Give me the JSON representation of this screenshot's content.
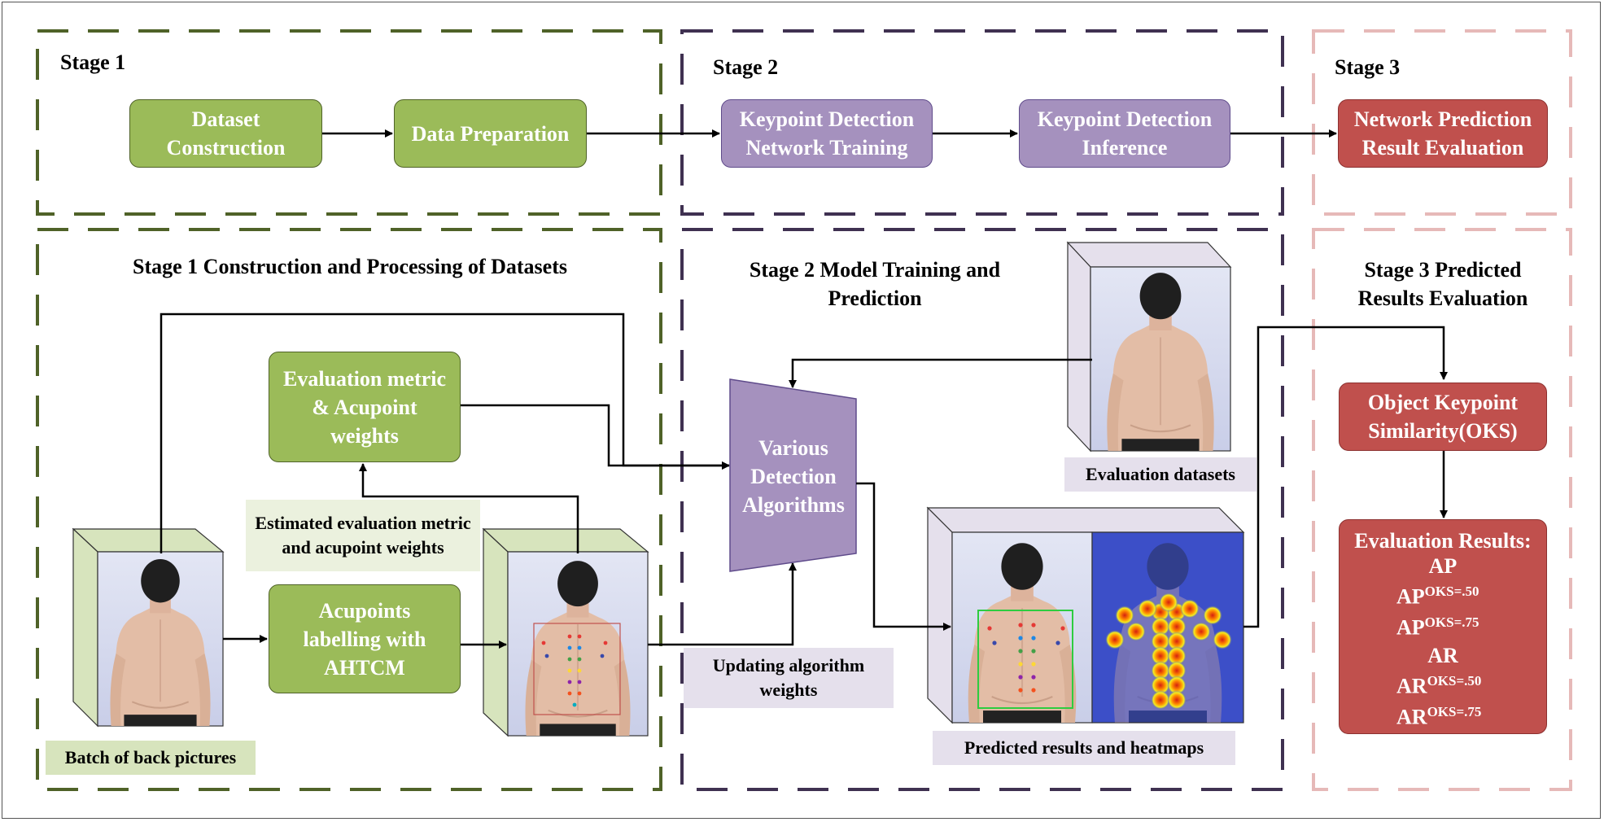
{
  "stages": {
    "stage1": "Stage 1",
    "stage2": "Stage 2",
    "stage3": "Stage 3"
  },
  "top_flow": {
    "dataset_construction": "Dataset Construction",
    "data_preparation": "Data Preparation",
    "network_training": "Keypoint Detection Network Training",
    "inference": "Keypoint Detection Inference",
    "result_evaluation": "Network Prediction Result Evaluation"
  },
  "section_titles": {
    "stage1": "Stage 1 Construction and Processing of Datasets",
    "stage2": "Stage 2 Model Training and Prediction",
    "stage3": "Stage 3 Predicted Results Evaluation"
  },
  "stage1_detail": {
    "evaluation_metric": "Evaluation metric & Acupoint weights",
    "estimated_caption": "Estimated evaluation metric and acupoint weights",
    "acupoints_labelling": "Acupoints labelling with AHTCM",
    "batch_caption": "Batch of back pictures"
  },
  "stage2_detail": {
    "algorithms": "Various Detection Algorithms",
    "updating_caption": "Updating algorithm weights",
    "evaluation_datasets": "Evaluation datasets",
    "predicted_caption": "Predicted results and heatmaps"
  },
  "stage3_detail": {
    "oks": "Object Keypoint Similarity(OKS)",
    "results_title": "Evaluation Results:",
    "ap": "AP",
    "ap50_base": "AP",
    "ap50_sup": "OKS=.50",
    "ap75_base": "AP",
    "ap75_sup": "OKS=.75",
    "ar": "AR",
    "ar50_base": "AR",
    "ar50_sup": "OKS=.50",
    "ar75_base": "AR",
    "ar75_sup": "OKS=.75"
  },
  "colors": {
    "stage1_border": "#4F6228",
    "stage2_border": "#3F3151",
    "stage3_border": "#E6B9B8",
    "green_box": "#9BBB59",
    "purple_box": "#A591BE",
    "red_box": "#C0504D",
    "image_frame_green": "#D7E4BD",
    "image_frame_purple": "#E5E0EC",
    "photo_background": "#D6DAEE",
    "skin": "#E3BDA6",
    "hair": "#1F1F1F",
    "heatmap_blue": "#3C4FC8"
  },
  "icons": [
    "back-photo",
    "labelled-back-photo",
    "heatmap-image",
    "arrow"
  ]
}
